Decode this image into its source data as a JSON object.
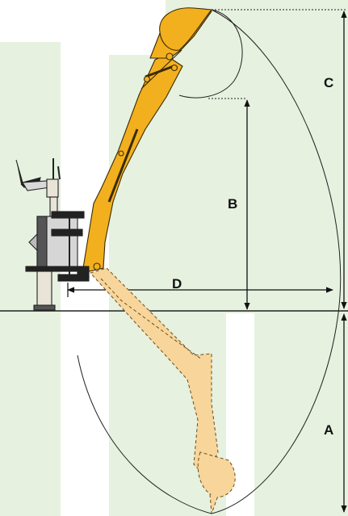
{
  "dimension_labels": {
    "a": "A",
    "b": "B",
    "c": "C",
    "d": "D"
  },
  "colors": {
    "boom_yellow": "#f2b01e",
    "boom_outline": "#3a2a05",
    "ghost_fill": "#f8d59a",
    "ghost_outline": "#6b4e1a",
    "background_shapes": "#e6f1df",
    "line": "#111111"
  },
  "icons": {
    "machine": "backhoe-attachment-icon",
    "bucket": "bucket-icon",
    "seat": "operator-seat-icon"
  }
}
